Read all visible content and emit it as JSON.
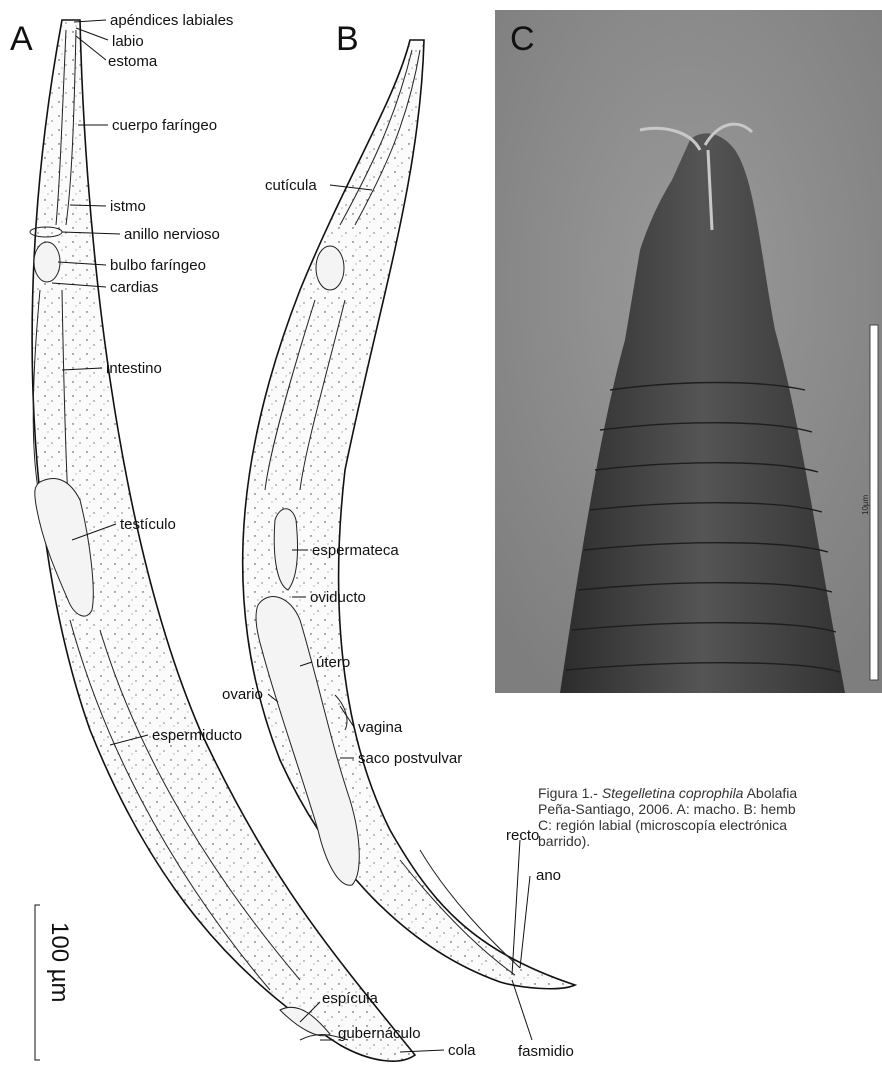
{
  "panels": {
    "a": "A",
    "b": "B",
    "c": "C"
  },
  "labels_a": {
    "apendices": "apéndices labiales",
    "labio": "labio",
    "estoma": "estoma",
    "cuerpo": "cuerpo faríngeo",
    "istmo": "istmo",
    "anillo": "anillo nervioso",
    "bulbo": "bulbo faríngeo",
    "cardias": "cardias",
    "intestino": "intestino",
    "testiculo": "testículo",
    "espermiducto": "espermiducto",
    "espicula": "espícula",
    "gubernaculo": "gubernáculo",
    "cola": "cola"
  },
  "labels_b": {
    "cuticula": "cutícula",
    "espermateca": "espermateca",
    "oviducto": "oviducto",
    "utero": "útero",
    "ovario": "ovario",
    "vagina": "vagina",
    "saco": "saco postvulvar",
    "recto": "recto",
    "ano": "ano",
    "fasmidio": "fasmidio"
  },
  "scale_bar": {
    "label": "100 µm",
    "sem_label": "10µm"
  },
  "caption": {
    "line1_prefix": "Figura 1.- ",
    "line1_species": "Stegelletina coprophila",
    "line1_rest": " Abolafia",
    "line2": "Peña-Santiago, 2006. A: macho. B: hemb",
    "line3": "C: región labial (microscopía electrónica",
    "line4": "barrido)."
  },
  "colors": {
    "sem_background": "#8a8a8a",
    "sem_body": "#3d3d3d",
    "ink": "#111111"
  }
}
